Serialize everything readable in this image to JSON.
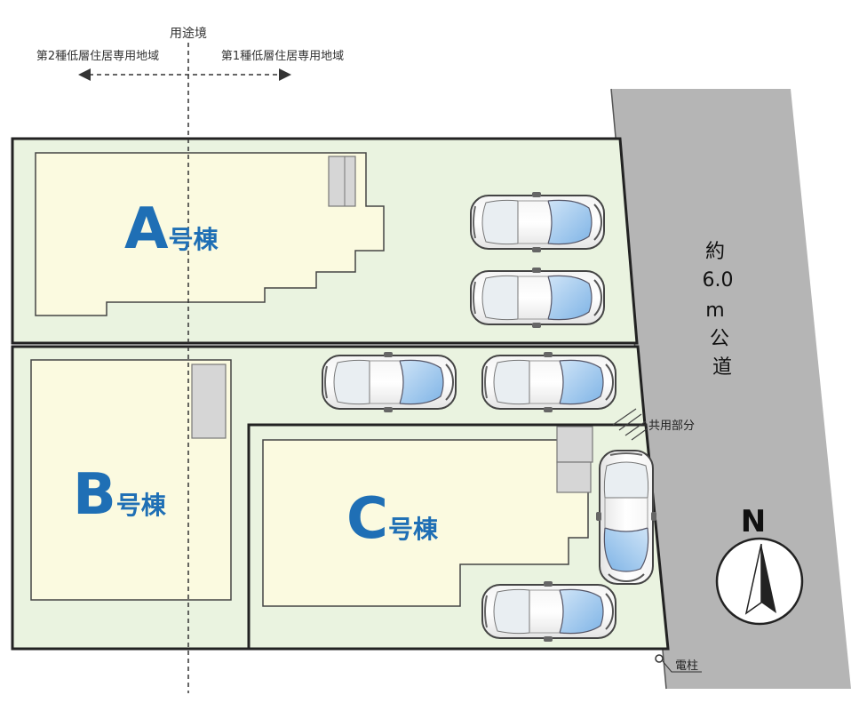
{
  "zoning": {
    "title": "用途境",
    "left_zone": "第2種低層住居専用地域",
    "right_zone": "第1種低層住居専用地域"
  },
  "lots": [
    {
      "id": "A",
      "letter": "A",
      "suffix": "号棟"
    },
    {
      "id": "B",
      "letter": "B",
      "suffix": "号棟"
    },
    {
      "id": "C",
      "letter": "C",
      "suffix": "号棟"
    }
  ],
  "road": {
    "line1": "約",
    "line2": "6.0",
    "line3": "m",
    "line4": "公",
    "line5": "道"
  },
  "shared_area_label": "共用部分",
  "utility_pole_label": "電柱",
  "north_label": "N",
  "colors": {
    "lot_fill": "#eaf3e0",
    "building_fill": "#fbfae0",
    "road_fill": "#b5b5b5",
    "accent_blue": "#1f6fb5",
    "outline": "#222222"
  }
}
